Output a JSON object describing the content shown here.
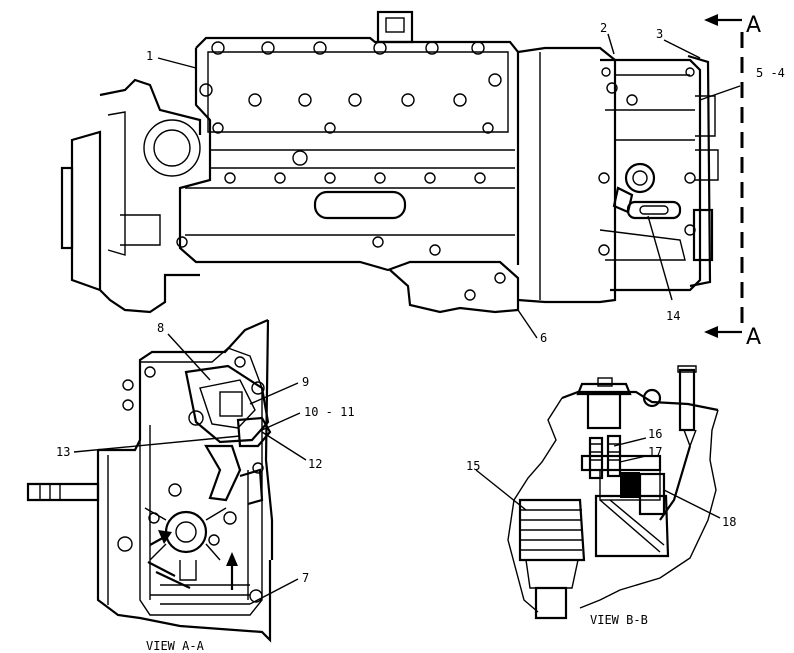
{
  "callouts": {
    "c1": "1",
    "c2": "2",
    "c3": "3",
    "c5_4": "5 -4",
    "c6": "6",
    "c7": "7",
    "c8": "8",
    "c9": "9",
    "c10_11": "10 - 11",
    "c12": "12",
    "c13": "13",
    "c14": "14",
    "c15": "15",
    "c16": "16",
    "c17": "17",
    "c18": "18"
  },
  "section_markers": {
    "top": "A",
    "bottom": "A"
  },
  "views": {
    "view_a": "VIEW A-A",
    "view_b": "VIEW B-B"
  }
}
